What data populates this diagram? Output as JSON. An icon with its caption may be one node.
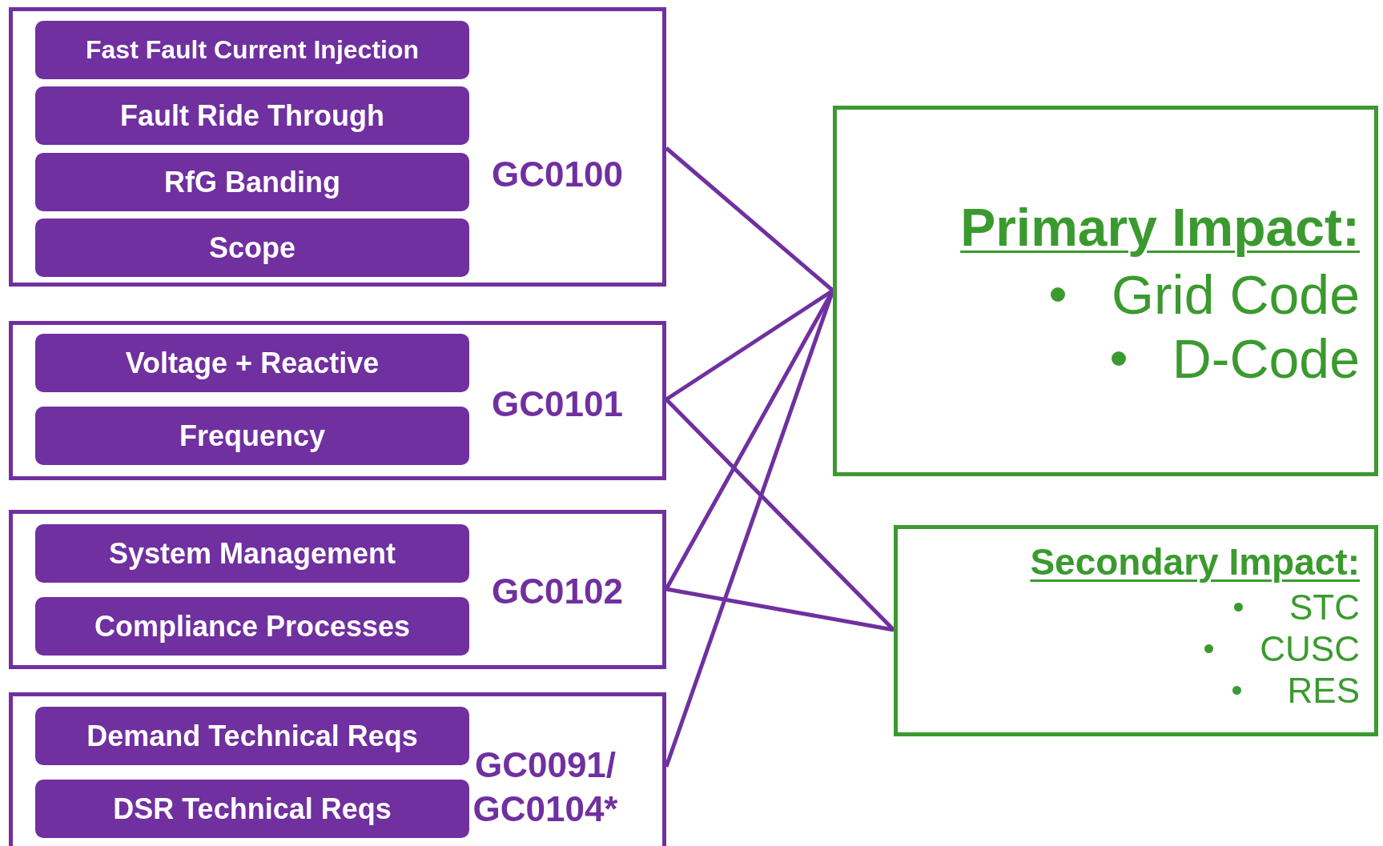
{
  "diagram": {
    "nodes": [
      {
        "text": [
          "GC0100"
        ]
      },
      {
        "text": [
          "Fast Fault Current Injection"
        ],
        "in": 0
      },
      {
        "text": [
          "Fault Ride Through"
        ],
        "in": 0
      },
      {
        "text": [
          "RfG Banding"
        ],
        "in": 0
      },
      {
        "text": [
          "Scope"
        ],
        "in": 0
      },
      {
        "text": [
          "GC0101"
        ]
      },
      {
        "text": [
          "Voltage + Reactive"
        ],
        "in": 5
      },
      {
        "text": [
          "Frequency"
        ],
        "in": 5
      },
      {
        "text": [
          "GC0102"
        ]
      },
      {
        "text": [
          "System Management"
        ],
        "in": 8
      },
      {
        "text": [
          "Compliance Processes"
        ],
        "in": 8
      },
      {
        "text": [
          "GC0091/ GC0104*"
        ]
      },
      {
        "text": [
          "Demand Technical Reqs"
        ],
        "in": 11
      },
      {
        "text": [
          "DSR Technical Reqs"
        ],
        "in": 11
      },
      {
        "text": [
          "Primary Impact:",
          "Grid Code",
          "D-Code"
        ]
      },
      {
        "text": [
          "Secondary Impact:",
          "STC",
          "CUSC",
          "RES"
        ]
      }
    ],
    "edges": [
      {
        "from": 0,
        "to": 14,
        "arrow": "none"
      },
      {
        "from": 5,
        "to": 14,
        "arrow": "none"
      },
      {
        "from": 5,
        "to": 15,
        "arrow": "none"
      },
      {
        "from": 8,
        "to": 14,
        "arrow": "none"
      },
      {
        "from": 8,
        "to": 15,
        "arrow": "none"
      },
      {
        "from": 11,
        "to": 14,
        "arrow": "none"
      }
    ]
  }
}
